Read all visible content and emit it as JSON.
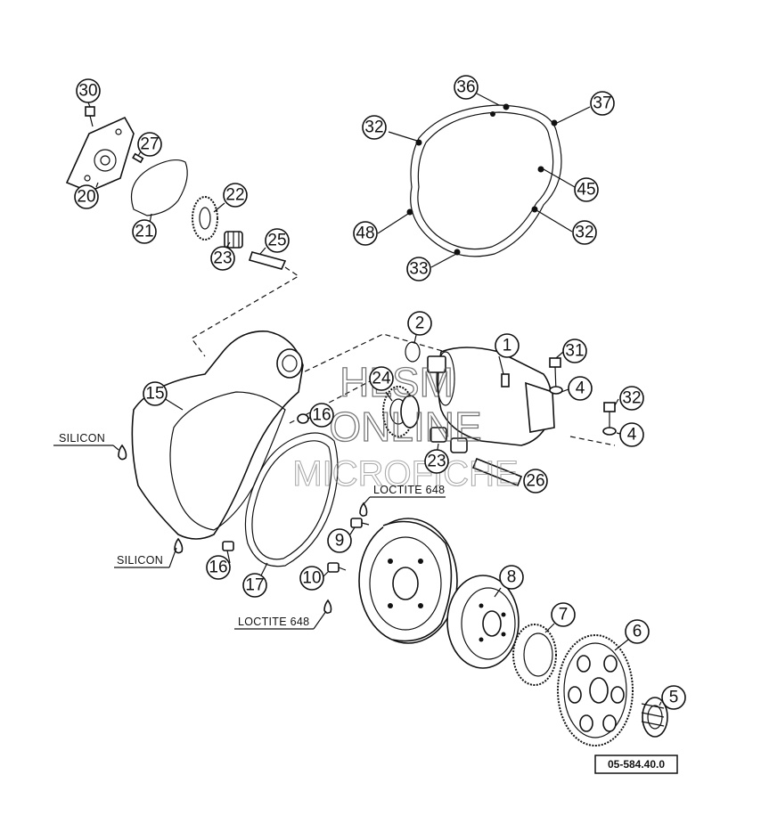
{
  "diagram": {
    "reference_code": "05-584.40.0",
    "watermark": [
      "HLSM",
      "ONLINE",
      "MICROFICHE"
    ],
    "notes": {
      "silicon_upper": "SILICON",
      "silicon_lower": "SILICON",
      "loctite_upper": "LOCTITE 648",
      "loctite_lower": "LOCTITE 648"
    },
    "callouts": {
      "c1": "1",
      "c2": "2",
      "c4a": "4",
      "c4b": "4",
      "c5": "5",
      "c6": "6",
      "c7": "7",
      "c8": "8",
      "c9": "9",
      "c10": "10",
      "c15": "15",
      "c16a": "16",
      "c16b": "16",
      "c17": "17",
      "c20": "20",
      "c21": "21",
      "c22": "22",
      "c23a": "23",
      "c23b": "23",
      "c24": "24",
      "c25": "25",
      "c26": "26",
      "c27": "27",
      "c30": "30",
      "c31": "31",
      "c32a": "32",
      "c32b": "32",
      "c32c": "32",
      "c33": "33",
      "c36": "36",
      "c37": "37",
      "c45": "45",
      "c48": "48"
    }
  }
}
